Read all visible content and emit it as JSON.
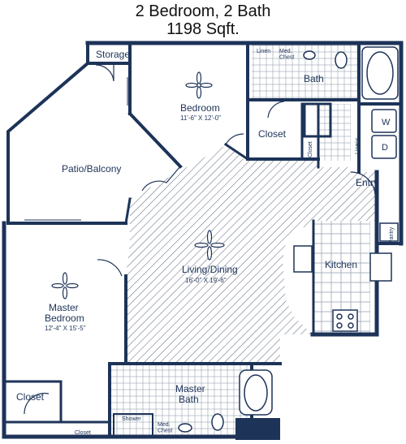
{
  "header": {
    "title": "2 Bedroom, 2 Bath",
    "subtitle": "1198 Sqft."
  },
  "rooms": {
    "storage": "Storage",
    "linen": "Linen",
    "med_chest_top": "Med.\nChest",
    "bath": "Bath",
    "bedroom": "Bedroom",
    "bedroom_dim": "11'-6\" X 12'-0\"",
    "closet_mid": "Closet",
    "closet_vert": "Closet",
    "linens_vert": "Linens",
    "washer": "W",
    "dryer": "D",
    "patio": "Patio/Balcony",
    "entry": "Entry",
    "pantry": "Pantry",
    "living": "Living/Dining",
    "living_dim": "16'-0\" X 19'-6\"",
    "kitchen": "Kitchen",
    "master_bedroom_1": "Master",
    "master_bedroom_2": "Bedroom",
    "master_dim": "12'-4\" X 15'-5\"",
    "master_bath_1": "Master",
    "master_bath_2": "Bath",
    "closet_master": "Closet",
    "closet_small": "Closet",
    "shower": "Shower",
    "med_chest_bottom": "Med.\nChest"
  },
  "colors": {
    "wall": "#1d3358",
    "hatch": "#5a6478",
    "tile": "#9aa3b2"
  },
  "icons": [
    "ceiling-fan-icon",
    "washer-icon",
    "dryer-icon",
    "bathtub-icon",
    "toilet-icon",
    "sink-icon",
    "stove-icon",
    "door-swing-icon"
  ]
}
